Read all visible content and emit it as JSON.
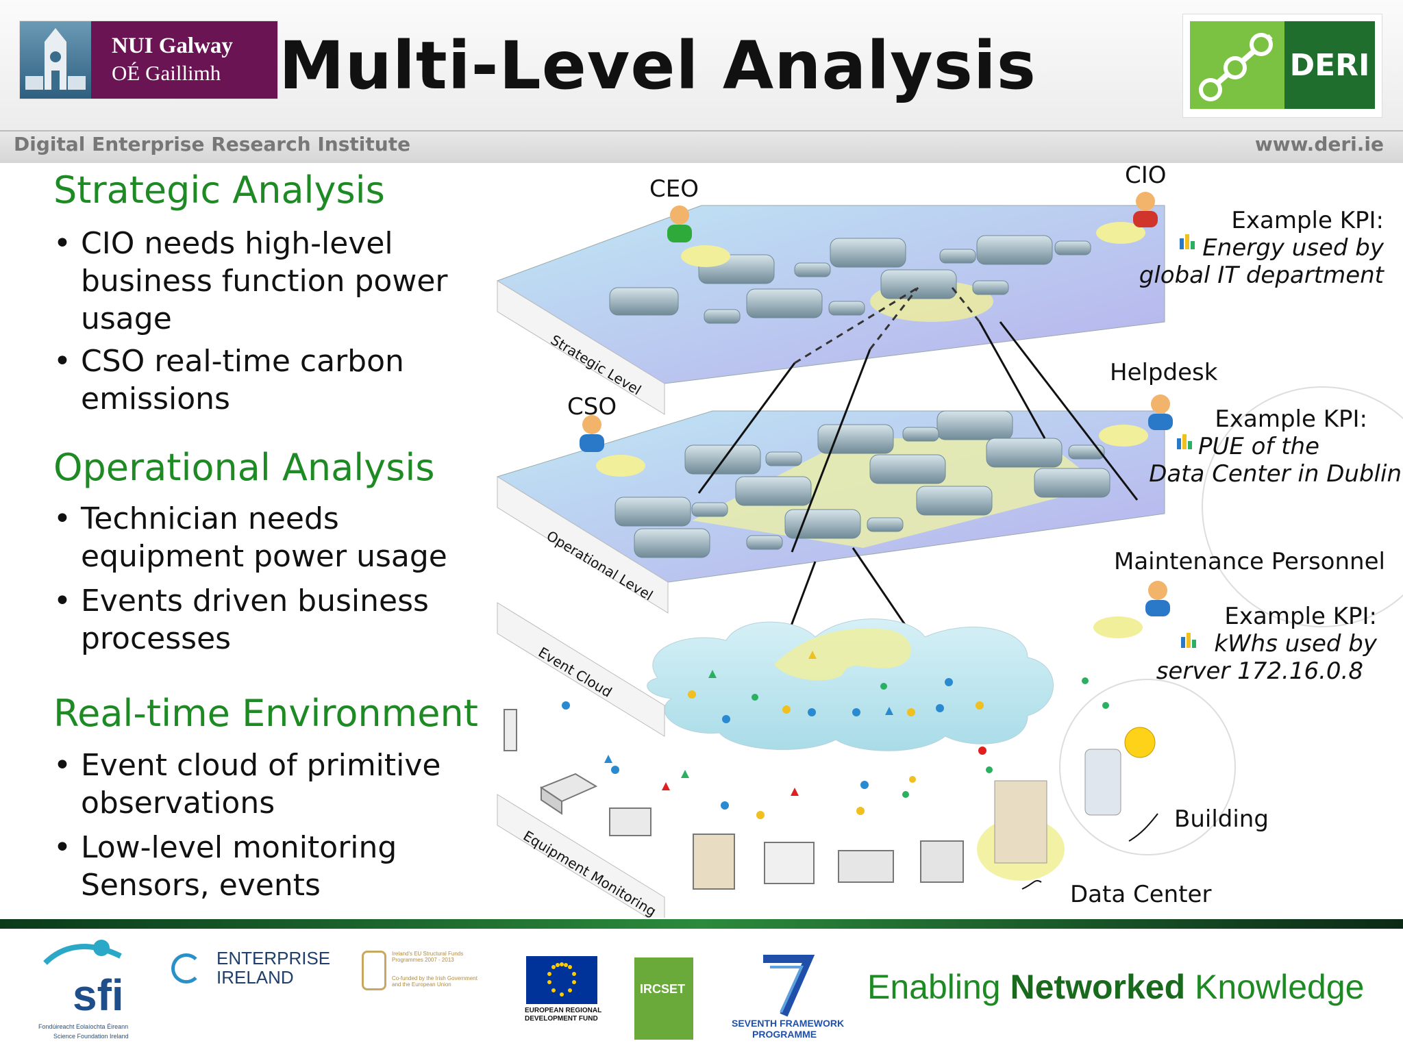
{
  "header": {
    "title": "Multi-Level Analysis",
    "nui_line1": "NUI Galway",
    "nui_line2": "OÉ Gaillimh",
    "deri_label": "DERI",
    "institute": "Digital Enterprise Research Institute",
    "website": "www.deri.ie"
  },
  "sections": [
    {
      "heading": "Strategic Analysis",
      "bullets": [
        "CIO needs high-level\nbusiness function power\nusage",
        "CSO real-time carbon\nemissions"
      ]
    },
    {
      "heading": "Operational Analysis",
      "bullets": [
        "Technician needs\nequipment power usage",
        "Events driven business\nprocesses"
      ]
    },
    {
      "heading": "Real-time Environment",
      "bullets": [
        "Event cloud of primitive\nobservations",
        "Low-level monitoring\nSensors, events"
      ]
    }
  ],
  "diagram": {
    "levels": [
      "Strategic Level",
      "Operational Level",
      "Event Cloud",
      "Equipment Monitoring"
    ],
    "actors": {
      "ceo": "CEO",
      "cio": "CIO",
      "cso": "CSO",
      "helpdesk": "Helpdesk",
      "maintenance": "Maintenance Personnel"
    },
    "kpis": [
      {
        "label": "Example KPI:",
        "line1": "Energy used by",
        "line2": "global  IT department"
      },
      {
        "label": "Example KPI:",
        "line1": "PUE of the",
        "line2": "Data Center in Dublin"
      },
      {
        "label": "Example KPI:",
        "line1": "kWhs used by",
        "line2": "server 172.16.0.8"
      }
    ],
    "building": "Building",
    "datacenter": "Data Center"
  },
  "footer": {
    "tagline_pre": "Enabling ",
    "tagline_bold": "Networked",
    "tagline_post": " Knowledge",
    "sfi": "sfi",
    "sfi_sub1": "Fondúireacht Eolaíochta Éireann",
    "sfi_sub2": "Science Foundation Ireland",
    "ei1": "ENTERPRISE",
    "ei2": "IRELAND",
    "eu_fund": "Ireland's EU Structural Funds Programmes 2007 - 2013",
    "eu_fund2": "Co-funded by the Irish Government and the European Union",
    "erdf1": "EUROPEAN REGIONAL",
    "erdf2": "DEVELOPMENT FUND",
    "ircset": "IRCSET",
    "fp7a": "SEVENTH FRAMEWORK",
    "fp7b": "PROGRAMME"
  },
  "colors": {
    "heading_green": "#1e8a24",
    "nui_purple": "#6b1454",
    "deri_light": "#7cc242",
    "deri_dark": "#1f6e2e"
  }
}
